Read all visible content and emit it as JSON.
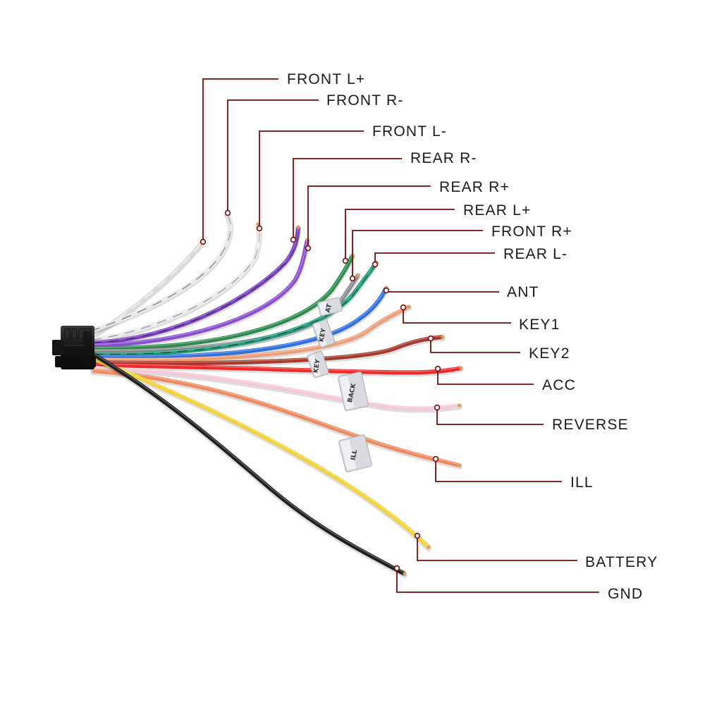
{
  "diagram": {
    "leader_color": "#7a0a0a",
    "connector_color": "#1b1b1b",
    "wires": [
      {
        "label": "FRONT L+",
        "color": "#d8d8d8",
        "stripe": "#ffffff",
        "name": "front-l-plus"
      },
      {
        "label": "FRONT R-",
        "color": "#e9e9e9",
        "stripe": "#555555",
        "name": "front-r-minus"
      },
      {
        "label": "FRONT L-",
        "color": "#ececec",
        "stripe": "#777777",
        "name": "front-l-minus"
      },
      {
        "label": "REAR R-",
        "color": "#7a3fbf",
        "stripe": "#2a1a4a",
        "name": "rear-r-minus"
      },
      {
        "label": "REAR R+",
        "color": "#8a4fd0",
        "stripe": "#8a4fd0",
        "name": "rear-r-plus"
      },
      {
        "label": "REAR L+",
        "color": "#2e8a4e",
        "stripe": "#2e8a4e",
        "name": "rear-l-plus"
      },
      {
        "label": "FRONT R+",
        "color": "#8c8c8c",
        "stripe": "#8c8c8c",
        "name": "front-r-plus"
      },
      {
        "label": "REAR L-",
        "color": "#1f9a7a",
        "stripe": "#0a3a2a",
        "name": "rear-l-minus"
      },
      {
        "label": "ANT",
        "color": "#2f6fe0",
        "stripe": "#2f6fe0",
        "name": "ant"
      },
      {
        "label": "KEY1",
        "color": "#eb9f79",
        "stripe": "#eb9f79",
        "name": "key1"
      },
      {
        "label": "KEY2",
        "color": "#a43a2c",
        "stripe": "#a43a2c",
        "name": "key2"
      },
      {
        "label": "ACC",
        "color": "#ee2a2a",
        "stripe": "#ee2a2a",
        "name": "acc"
      },
      {
        "label": "REVERSE",
        "color": "#f4c8d6",
        "stripe": "#f4c8d6",
        "name": "reverse"
      },
      {
        "label": "ILL",
        "color": "#ee8a5e",
        "stripe": "#ee8a5e",
        "name": "ill"
      },
      {
        "label": "BATTERY",
        "color": "#f0d23a",
        "stripe": "#f0d23a",
        "name": "battery"
      },
      {
        "label": "GND",
        "color": "#1e1e1e",
        "stripe": "#1e1e1e",
        "name": "gnd"
      }
    ],
    "tags": [
      {
        "text": "AT",
        "name": "tag-ant"
      },
      {
        "text": "KEY",
        "name": "tag-key1"
      },
      {
        "text": "KEY",
        "name": "tag-key2"
      },
      {
        "text": "BACK",
        "name": "tag-back"
      },
      {
        "text": "ILL",
        "name": "tag-ill"
      }
    ]
  }
}
